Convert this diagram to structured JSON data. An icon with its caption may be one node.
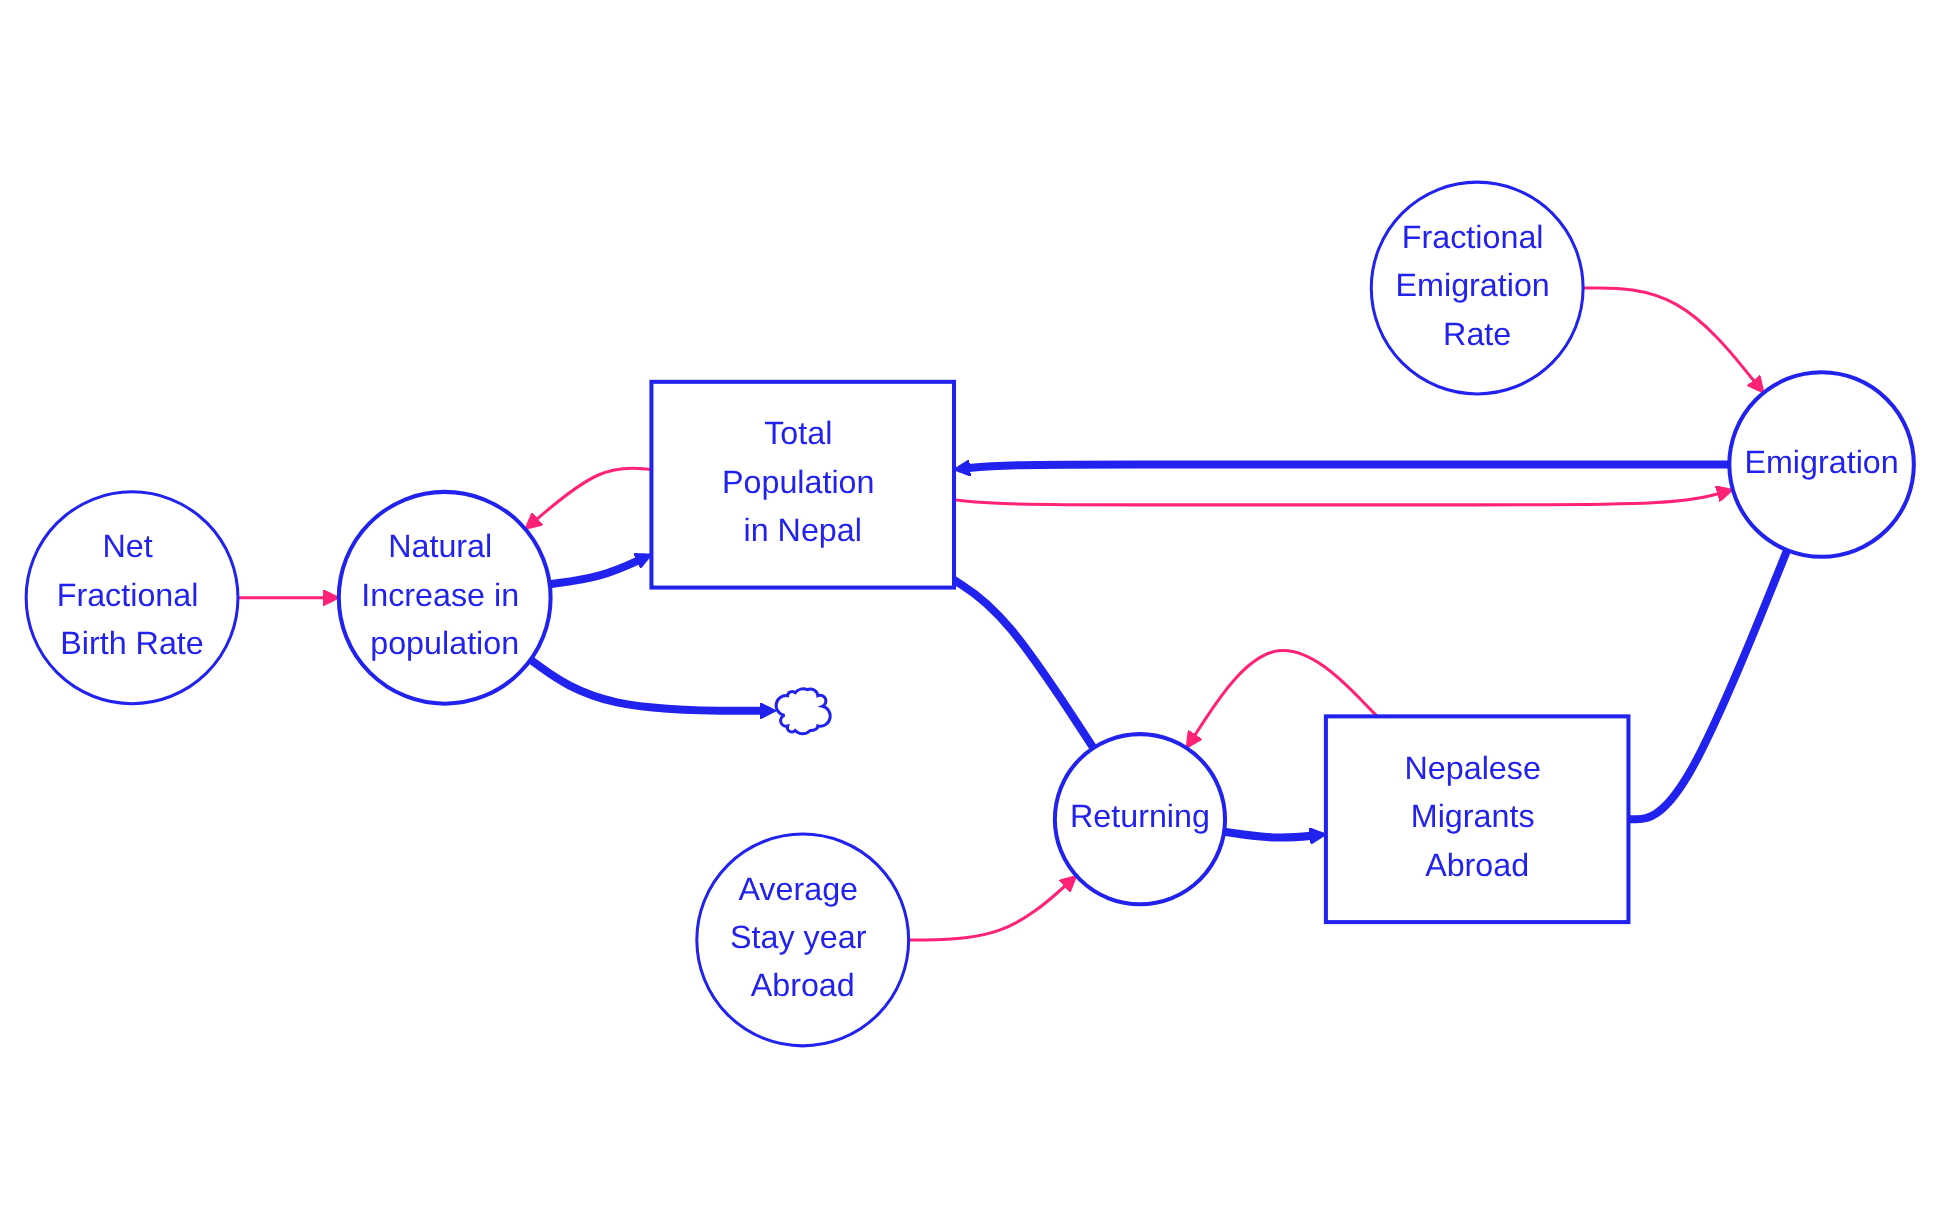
{
  "diagram": {
    "nodes": [
      {
        "text": [
          "Net Fractional Birth Rate"
        ]
      },
      {
        "text": [
          "Fractional Emigration Rate"
        ]
      },
      {
        "text": [],
        "shape": "cloud"
      },
      {
        "text": [
          "Natural Increase in population"
        ]
      },
      {
        "text": [
          "Total Population in Nepal"
        ]
      },
      {
        "text": [
          "Emigration"
        ]
      },
      {
        "text": [
          "Nepalese Migrants Abroad"
        ]
      },
      {
        "text": [
          "Returning"
        ]
      },
      {
        "text": [
          "Average Stay year Abroad"
        ]
      }
    ],
    "edges": [
      {
        "from": 3,
        "to": 2,
        "arrow": "to",
        "style": "thick"
      },
      {
        "from": 3,
        "to": 4,
        "arrow": "to",
        "style": "thick"
      },
      {
        "from": 6,
        "to": 5,
        "arrow": "none",
        "style": "thick"
      },
      {
        "from": 5,
        "to": 4,
        "arrow": "to",
        "style": "thick"
      },
      {
        "from": 4,
        "to": 7,
        "arrow": "none",
        "style": "thick"
      },
      {
        "from": 7,
        "to": 6,
        "arrow": "to",
        "style": "thick"
      },
      {
        "from": 0,
        "to": 3,
        "arrow": "to",
        "color": "#ff2277"
      },
      {
        "from": 4,
        "to": 3,
        "arrow": "to",
        "color": "#ff2277"
      },
      {
        "from": 4,
        "to": 5,
        "arrow": "to",
        "color": "#ff2277"
      },
      {
        "from": 1,
        "to": 5,
        "arrow": "to",
        "color": "#ff2277"
      },
      {
        "from": 6,
        "to": 7,
        "arrow": "to",
        "color": "#ff2277"
      },
      {
        "from": 8,
        "to": 7,
        "arrow": "to",
        "color": "#ff2277"
      }
    ]
  }
}
